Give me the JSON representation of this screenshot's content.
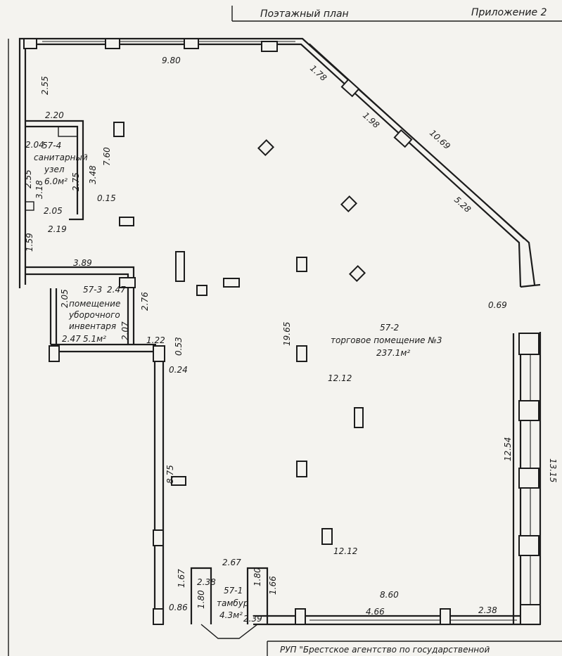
{
  "header": {
    "title": "Поэтажный план",
    "appendix": "Приложение 2"
  },
  "footer": {
    "org_text": "РУП \"Брестское агентство по государственной"
  },
  "rooms": {
    "r57_4": {
      "number": "57-4",
      "name_line1": "санитарный",
      "name_line2": "узел",
      "area": "6.0м²"
    },
    "r57_3": {
      "number": "57-3",
      "name_line1": "помещение",
      "name_line2": "уборочного",
      "name_line3": "инвентаря",
      "area": "5.1м²"
    },
    "r57_2": {
      "number": "57-2",
      "name_line1": "торговое помещение №3",
      "area": "237.1м²"
    },
    "r57_1": {
      "number": "57-1",
      "name_line1": "тамбур",
      "area": "4.3м²"
    }
  },
  "dimensions": {
    "top_wall": "9.80",
    "diag_1": "1.78",
    "diag_2": "1.98",
    "diag_total": "10.69",
    "diag_3": "5.28",
    "left_top": "2.55",
    "wc_top": "2.20",
    "wc_left": "2.04",
    "left_mid": "7.60",
    "wc_inner_right": "3.48",
    "wc_inner_2": "2.75",
    "wc_left_2": "2.55",
    "wc_left_3": "3.18",
    "wc_partition": "0.15",
    "wc_bottom_inner": "2.05",
    "wc_bottom": "2.19",
    "left_low": "1.59",
    "storage_top": "3.89",
    "storage_left": "2.05",
    "storage_w": "2.47",
    "storage_right": "2.76",
    "storage_inner": "2.07",
    "storage_bottom": "2.47",
    "corridor_top": "1.22",
    "corridor_right": "0.53",
    "corridor_inner": "0.24",
    "depth_total": "19.65",
    "width_mid": "12.12",
    "width_low": "12.12",
    "left_lower": "8.75",
    "right_upper": "0.69",
    "right_inner": "12.54",
    "right_outer": "13.15",
    "bottom_total": "8.60",
    "bottom_seg": "4.66",
    "bottom_right": "2.38",
    "vest_top": "2.67",
    "vest_left_outer": "1.67",
    "vest_left_w": "2.38",
    "vest_right_inner": "1.80",
    "vest_right_outer": "1.66",
    "vest_left_inner": "1.80",
    "vest_bottom": "2.39",
    "vest_entry": "0.86"
  }
}
